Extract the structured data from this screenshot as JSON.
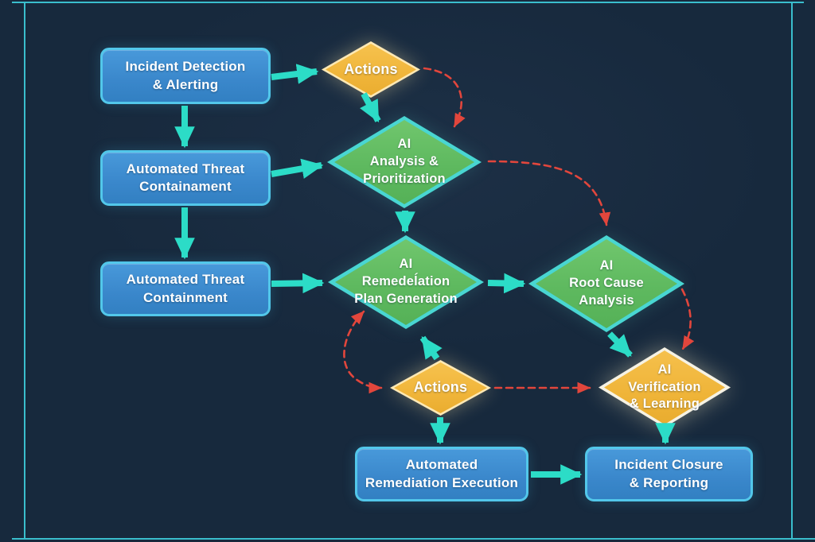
{
  "diagram": {
    "type": "flowchart",
    "theme": "dark-navy-incident-response"
  },
  "colors": {
    "background": "#17293d",
    "process_fill": "#3d8dd2",
    "process_border": "#52c7ea",
    "decision_green_fill": "#5eb95f",
    "decision_green_border": "#49d6d2",
    "decision_yellow_fill": "#f2b840",
    "verification_border": "#f6f2e4",
    "arrow_solid_teal": "#2cdcc7",
    "arrow_dashed_red": "#e2463c",
    "frame_line": "#3ecfdd",
    "text": "#ffffff"
  },
  "nodes": {
    "incident_detection": {
      "label": "Incident Detection\n& Alerting",
      "shape": "process"
    },
    "actions_top": {
      "label": "Actions",
      "shape": "decision"
    },
    "ai_analysis": {
      "label": "AI\nAnalysis &\nPrioritization",
      "shape": "decision"
    },
    "threat_containament": {
      "label": "Automated Threat\nContainament",
      "shape": "process"
    },
    "threat_containment": {
      "label": "Automated Threat\nContainment",
      "shape": "process"
    },
    "ai_remediation_plan": {
      "label": "AI\nRemedeĺation\nPlan Generation",
      "shape": "decision"
    },
    "ai_root_cause": {
      "label": "AI\nRoot Cause\nAnalysis",
      "shape": "decision"
    },
    "actions_bottom": {
      "label": "Actions",
      "shape": "decision"
    },
    "ai_verification": {
      "label": "AI\nVerification\n& Learning",
      "shape": "decision"
    },
    "remediation_execution": {
      "label": "Automated\nRemediation Execution",
      "shape": "process"
    },
    "incident_closure": {
      "label": "Incident Closure\n& Reporting",
      "shape": "process"
    }
  },
  "edges": [
    {
      "from": "incident_detection",
      "to": "actions_top",
      "style": "solid-teal"
    },
    {
      "from": "incident_detection",
      "to": "threat_containament",
      "style": "solid-teal"
    },
    {
      "from": "actions_top",
      "to": "ai_analysis",
      "style": "solid-teal"
    },
    {
      "from": "actions_top",
      "to": "ai_analysis",
      "style": "dashed-red"
    },
    {
      "from": "threat_containament",
      "to": "ai_analysis",
      "style": "solid-teal"
    },
    {
      "from": "threat_containament",
      "to": "threat_containment",
      "style": "solid-teal"
    },
    {
      "from": "ai_analysis",
      "to": "ai_remediation_plan",
      "style": "solid-teal"
    },
    {
      "from": "ai_analysis",
      "to": "ai_root_cause",
      "style": "dashed-red"
    },
    {
      "from": "threat_containment",
      "to": "ai_remediation_plan",
      "style": "solid-teal"
    },
    {
      "from": "ai_remediation_plan",
      "to": "ai_root_cause",
      "style": "solid-teal"
    },
    {
      "from": "ai_remediation_plan",
      "to": "actions_bottom",
      "style": "dashed-red-bidirectional"
    },
    {
      "from": "ai_root_cause",
      "to": "ai_verification",
      "style": "solid-teal"
    },
    {
      "from": "ai_root_cause",
      "to": "ai_verification",
      "style": "dashed-red"
    },
    {
      "from": "actions_bottom",
      "to": "ai_remediation_plan",
      "style": "solid-teal"
    },
    {
      "from": "actions_bottom",
      "to": "ai_verification",
      "style": "dashed-red"
    },
    {
      "from": "actions_bottom",
      "to": "remediation_execution",
      "style": "solid-teal"
    },
    {
      "from": "ai_verification",
      "to": "incident_closure",
      "style": "solid-teal"
    },
    {
      "from": "remediation_execution",
      "to": "incident_closure",
      "style": "solid-teal"
    }
  ]
}
